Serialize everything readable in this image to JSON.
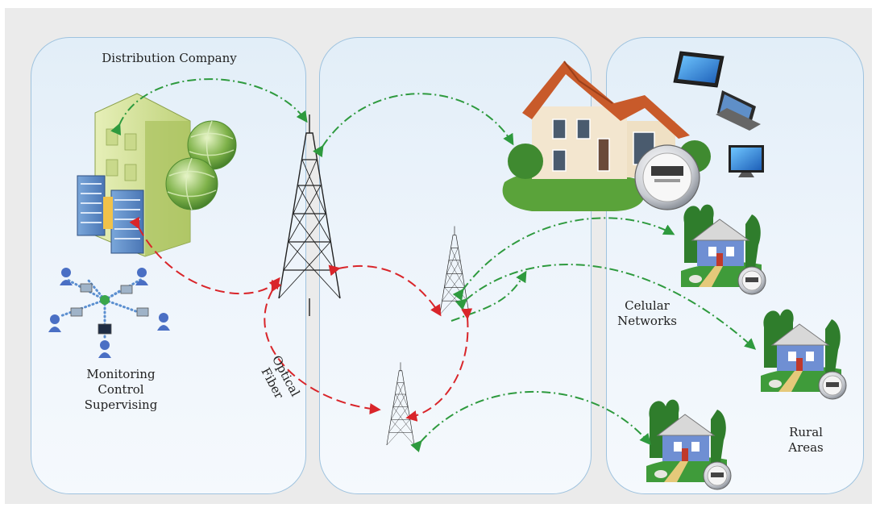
{
  "panels": {
    "distribution": {
      "title": "Distribution Company",
      "monitoring_label": "Monitoring\nControl\nSupervising"
    },
    "middle": {
      "optical_label": "Optical\nFiber"
    },
    "rural": {
      "cellular_label": "Celular\nNetworks",
      "rural_label": "Rural\nAreas"
    }
  },
  "links": {
    "wireless": {
      "style": "dash-dot",
      "color": "#2e9a3e"
    },
    "fiber": {
      "style": "dashed",
      "color": "#d9252a"
    }
  },
  "icons": [
    "server-building-icon",
    "globe-icon",
    "network-users-icon",
    "transmission-tower-icon",
    "house-icon",
    "smart-meter-icon",
    "tablet-icon",
    "laptop-icon",
    "tv-icon",
    "rural-house-icon"
  ]
}
